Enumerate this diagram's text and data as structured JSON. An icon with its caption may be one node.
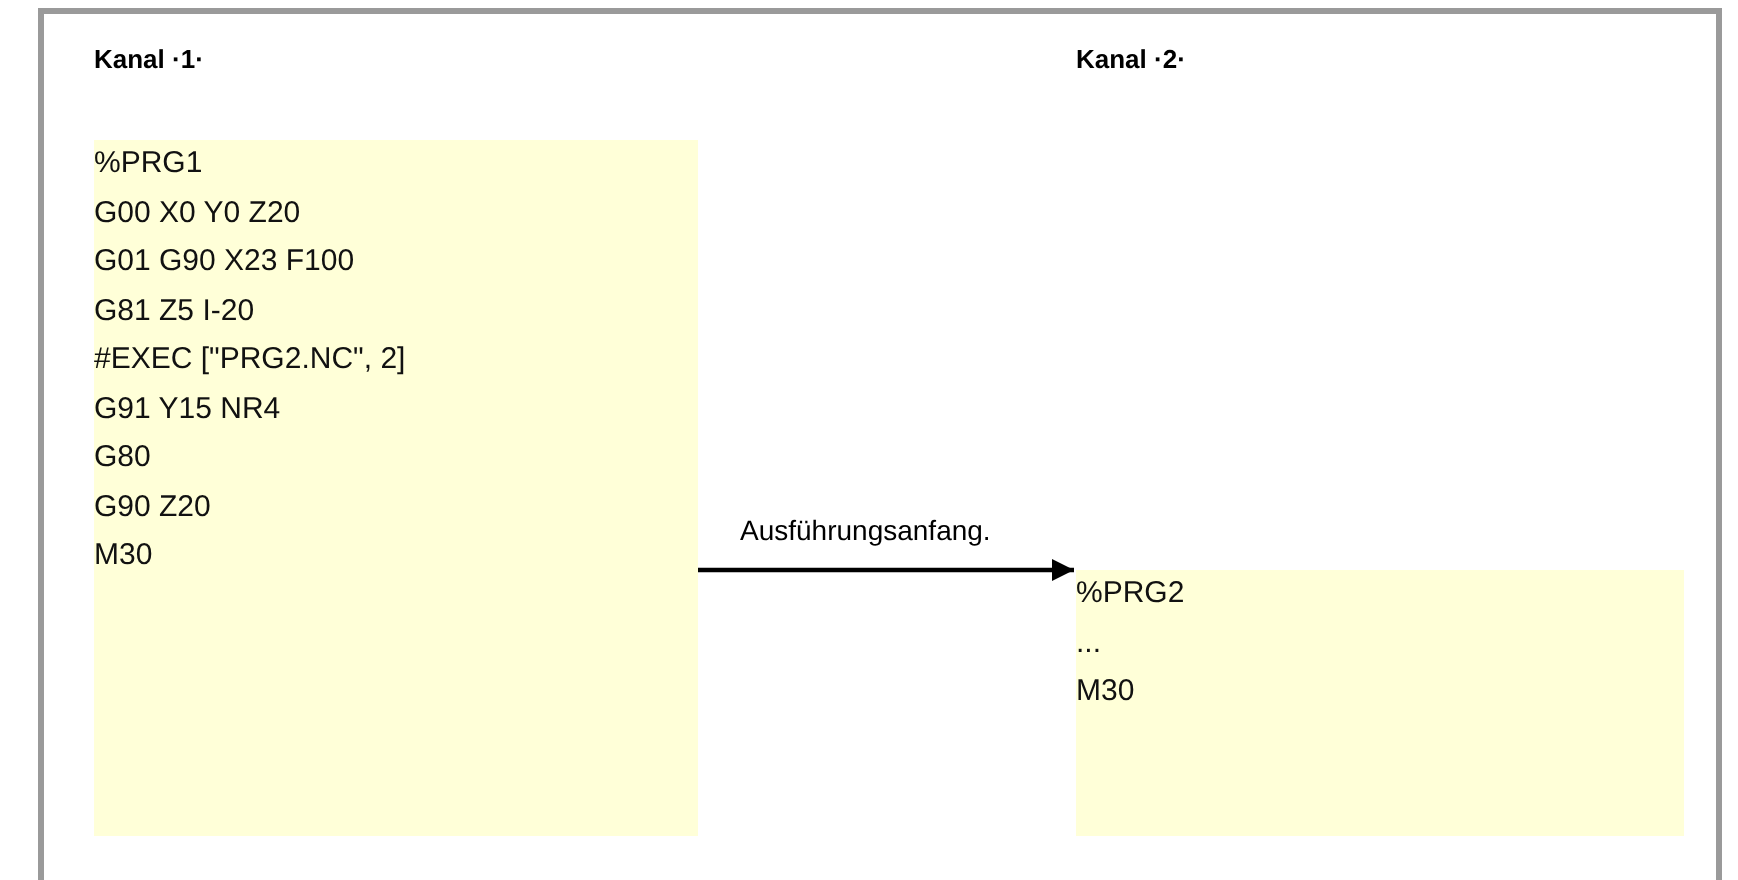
{
  "diagram": {
    "nodes": [
      {
        "text": [
          "%PRG1",
          "G00 X0 Y0 Z20",
          "G01 G90 X23 F100",
          "G81 Z5 I-20",
          "#EXEC [\"PRG2.NC\", 2]",
          "G91 Y15 NR4",
          "G80",
          "G90 Z20",
          "M30"
        ]
      },
      {
        "text": [
          "%PRG2",
          "...",
          "M30"
        ]
      }
    ],
    "edges": [
      {
        "from": 0,
        "to": 1,
        "arrow": "to",
        "label": "Ausführungsanfang."
      }
    ],
    "labels": [
      "Kanal ·1·",
      "Kanal ·2·"
    ]
  }
}
